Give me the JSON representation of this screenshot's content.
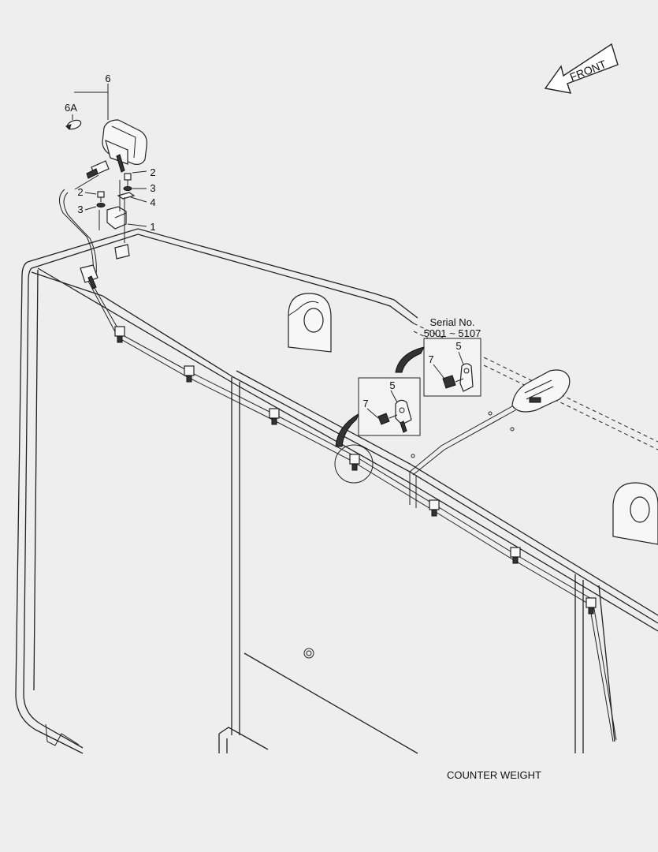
{
  "direction_arrow": {
    "label": "FRONT"
  },
  "callouts": {
    "c6": "6",
    "c6a": "6A",
    "c2_upper": "2",
    "c3_upper": "3",
    "c4": "4",
    "c1": "1",
    "c2_lower": "2",
    "c3_lower": "3"
  },
  "inset_serial": {
    "title": "Serial No.",
    "range": "5001 ~ 5107",
    "label_a": "5",
    "label_b": "7"
  },
  "inset_default": {
    "label_a": "5",
    "label_b": "7"
  },
  "caption": "COUNTER WEIGHT"
}
